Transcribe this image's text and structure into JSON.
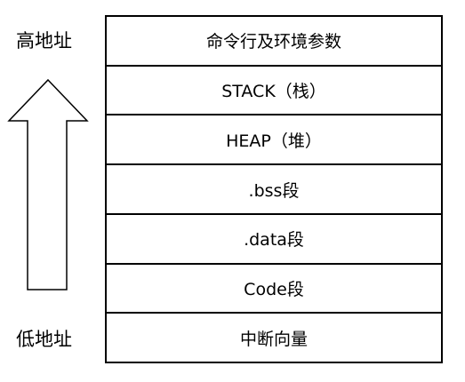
{
  "labels": {
    "high_address": "高地址",
    "low_address": "低地址"
  },
  "segments": [
    {
      "label": "命令行及环境参数"
    },
    {
      "label": "STACK（栈）"
    },
    {
      "label": "HEAP（堆）"
    },
    {
      "label": ".bss段"
    },
    {
      "label": ".data段"
    },
    {
      "label": "Code段"
    },
    {
      "label": "中断向量"
    }
  ],
  "arrow": {
    "direction": "up",
    "icon": "up-arrow-icon",
    "stroke_color": "#000000",
    "fill_color": "#ffffff"
  }
}
